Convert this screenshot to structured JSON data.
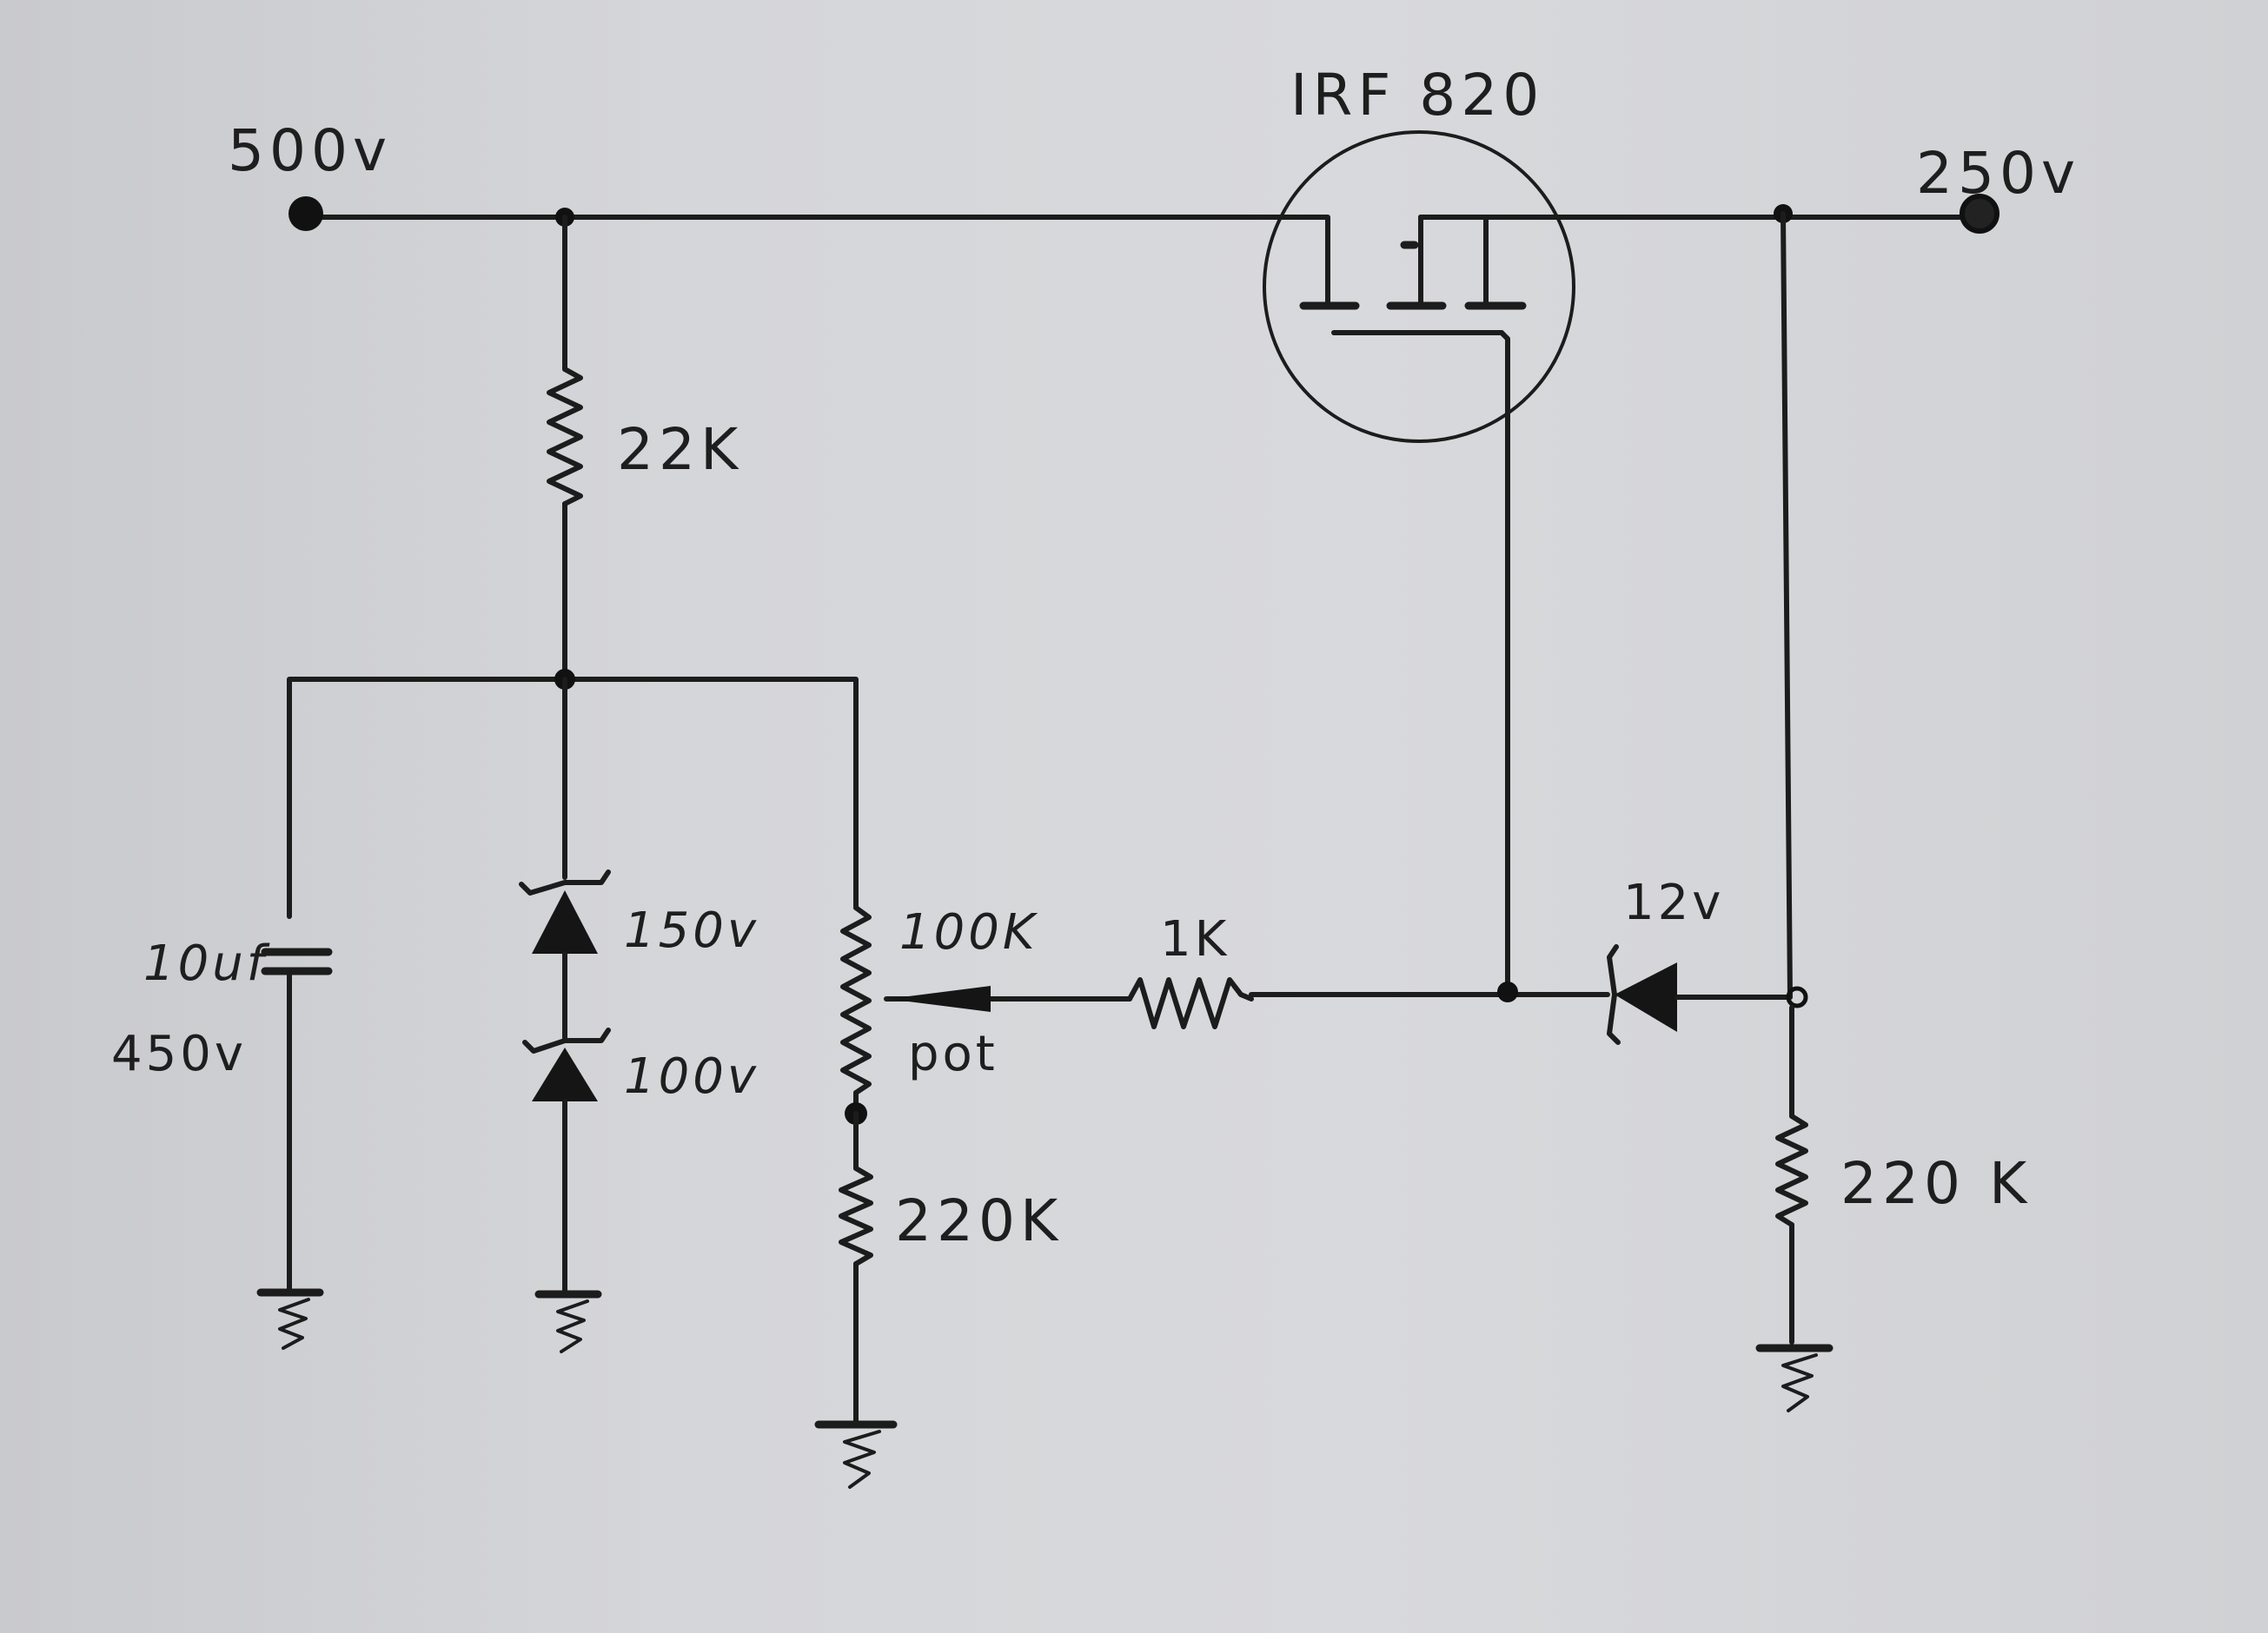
{
  "schematic": {
    "terminals": {
      "input": "500v",
      "output": "250v"
    },
    "mosfet": {
      "part": "IRF 820"
    },
    "resistors": {
      "r_top": "22K",
      "r_series": "1K",
      "r_pot_bottom": "220K",
      "r_output": "220 K"
    },
    "pot": {
      "value": "100K",
      "tag": "pot"
    },
    "zeners": {
      "upper": "150v",
      "lower": "100v",
      "gate": "12v"
    },
    "capacitor": {
      "value": "10uf",
      "voltage": "450v"
    }
  }
}
